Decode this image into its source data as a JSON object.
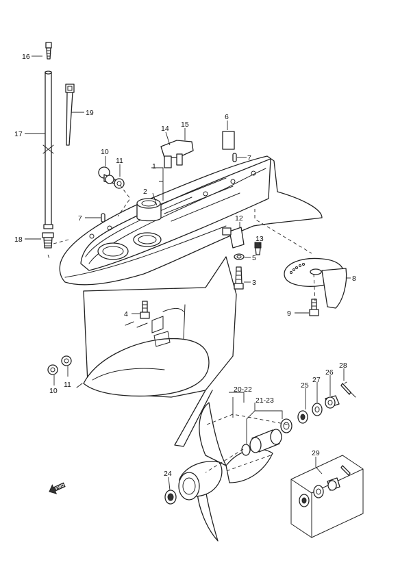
{
  "diagram": {
    "direction_marker": "FWD",
    "callouts": {
      "c1": "1",
      "c2": "2",
      "c3": "3",
      "c4": "4",
      "c5": "5",
      "c6": "6",
      "c7a": "7",
      "c7b": "7",
      "c8": "8",
      "c9": "9",
      "c10a": "10",
      "c10b": "10",
      "c11a": "11",
      "c11b": "11",
      "c12": "12",
      "c13": "13",
      "c14": "14",
      "c15": "15",
      "c16": "16",
      "c17": "17",
      "c18": "18",
      "c19": "19",
      "c20": "20-22",
      "c21": "21-23",
      "c24": "24",
      "c25": "25",
      "c26": "26",
      "c27": "27",
      "c28": "28",
      "c29": "29"
    }
  }
}
